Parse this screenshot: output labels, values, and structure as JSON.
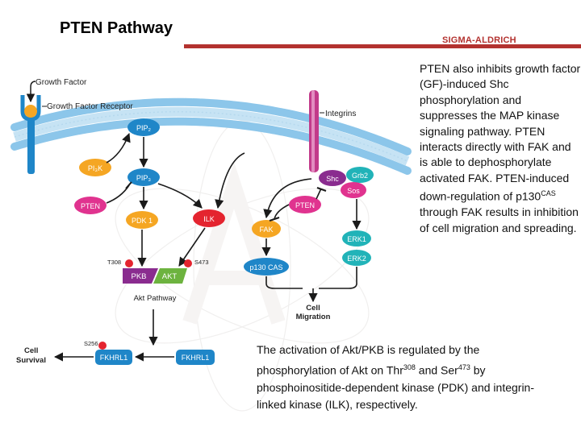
{
  "header": {
    "title": "PTEN Pathway",
    "brand": "SIGMA-ALDRICH"
  },
  "description": {
    "part1": "PTEN also inhibits growth factor (GF)-induced Shc phosphorylation and suppresses the MAP kinase signaling pathway. PTEN interacts directly with FAK and is able to dephosphorylate activated FAK. PTEN-induced down-regulation of p130",
    "sup": "CAS",
    "part2": " through FAK results in inhibition of cell migration and spreading."
  },
  "caption": {
    "t1": "The activation of Akt/PKB is regulated by the phosphorylation of Akt on Thr",
    "sup1": "308",
    "t2": " and Ser",
    "sup2": "473",
    "t3": " by phosphoinositide-dependent kinase (PDK) and integrin-linked kinase (ILK), respectively."
  },
  "diagram": {
    "growth_factor": "Growth Factor",
    "growth_factor_receptor": "Growth Factor Receptor",
    "integrins": "Integrins",
    "pip2": "PIP₂",
    "pi3k": "PI₃K",
    "pip3": "PIP₃",
    "pten_left": "PTEN",
    "pdk1": "PDK 1",
    "ilk": "ILK",
    "t308": "T308",
    "s473": "S473",
    "pkb": "PKB",
    "akt": "AKT",
    "akt_pathway": "Akt Pathway",
    "shc": "Shc",
    "grb2": "Grb2",
    "sos": "Sos",
    "pten_right": "PTEN",
    "fak": "FAK",
    "erk1": "ERK1",
    "erk2": "ERK2",
    "p130cas": "p130 CAS",
    "cell_migration_1": "Cell",
    "cell_migration_2": "Migration",
    "s256": "S256",
    "fkhrl1_left": "FKHRL1",
    "fkhrl1_right": "FKHRL1",
    "cell_survival_1": "Cell",
    "cell_survival_2": "Survival"
  },
  "colors": {
    "membrane": "#9fd0ee",
    "blue": "#1f86c8",
    "magenta": "#e0338f",
    "orange": "#f5a623",
    "red": "#e4242f",
    "teal": "#21b3b8",
    "purple": "#8a2c8f",
    "green": "#6db33f",
    "accent_red": "#b3322f"
  }
}
